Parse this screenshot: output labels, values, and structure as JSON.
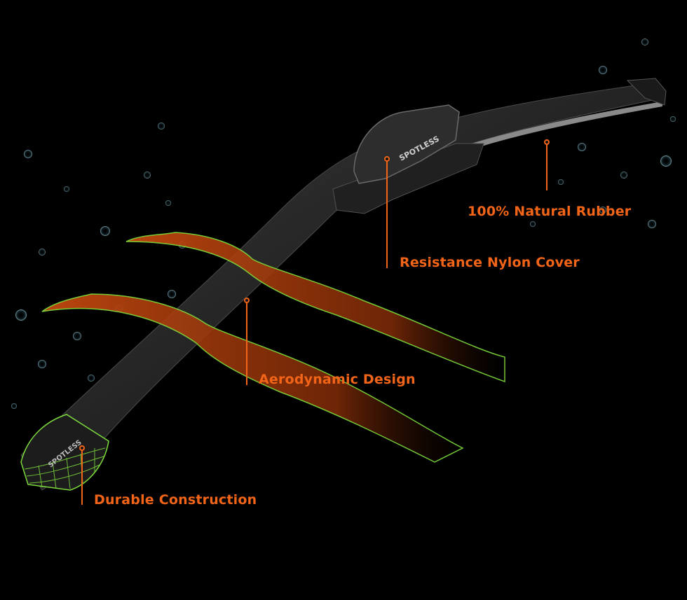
{
  "product": {
    "brand": "SPOTLESS",
    "type": "wiper-blade"
  },
  "callouts": [
    {
      "id": "natural-rubber",
      "label": "100% Natural Rubber"
    },
    {
      "id": "nylon-cover",
      "label": "Resistance Nylon Cover"
    },
    {
      "id": "aerodynamic",
      "label": "Aerodynamic Design"
    },
    {
      "id": "durable",
      "label": "Durable Construction"
    }
  ],
  "colors": {
    "background": "#000000",
    "accent": "#f26418",
    "outline_green": "#7ddc3c",
    "airflow": "#b5420f"
  }
}
